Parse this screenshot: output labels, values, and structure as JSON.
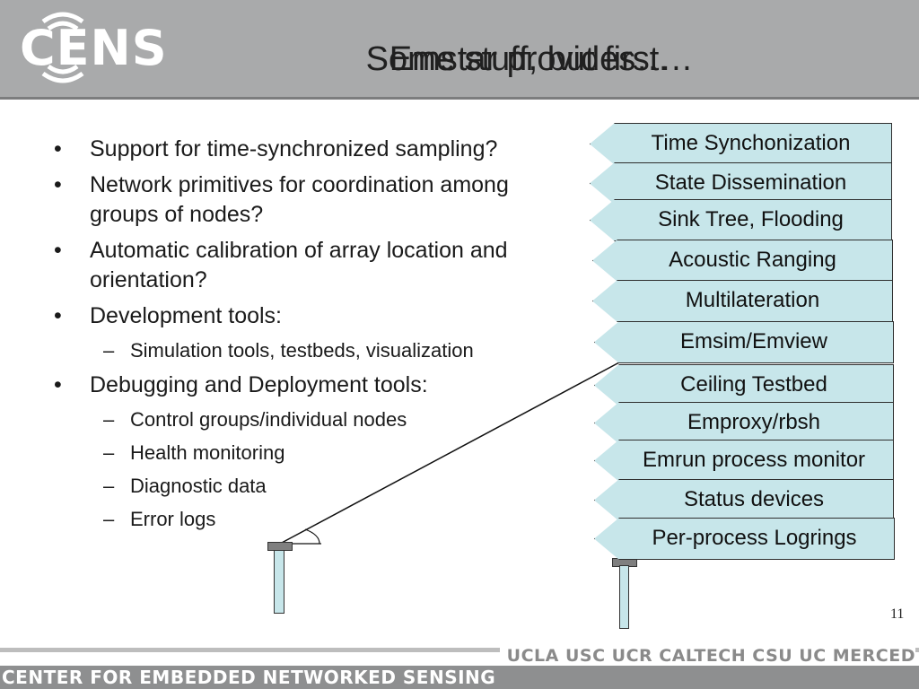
{
  "header": {
    "logo_text": "CENS",
    "title_layer_1": "Some stuff, but first…",
    "title_layer_2": "Emstar provides…"
  },
  "bullets": [
    {
      "level": 1,
      "text": "Support for time-synchronized sampling?"
    },
    {
      "level": 1,
      "text": "Network primitives for coordination among groups of nodes?"
    },
    {
      "level": 1,
      "text": "Automatic calibration of array location and orientation?"
    },
    {
      "level": 1,
      "text": "Development tools:"
    },
    {
      "level": 2,
      "text": "Simulation tools, testbeds, visualization"
    },
    {
      "level": 1,
      "text": "Debugging and Deployment tools:"
    },
    {
      "level": 2,
      "text": "Control groups/individual nodes"
    },
    {
      "level": 2,
      "text": "Health monitoring"
    },
    {
      "level": 2,
      "text": "Diagnostic data"
    },
    {
      "level": 2,
      "text": "Error logs"
    }
  ],
  "stack": [
    "Time Synchonization",
    "State Dissemination",
    "Sink Tree, Flooding",
    "Acoustic Ranging",
    "Multilateration",
    "Emsim/Emview",
    "Ceiling Testbed",
    "Emproxy/rbsh",
    "Emrun process monitor",
    "Status devices",
    "Per-process Logrings"
  ],
  "page_number": "11",
  "footer": {
    "center_name": "CENTER FOR EMBEDDED NETWORKED SENSING",
    "universities": "UCLA  USC  UCR  CALTECH  CSU  UC MERCED"
  },
  "colors": {
    "header_bg": "#a9aaab",
    "tag_fill": "#c7e6ea",
    "footer_bar": "#8e8f90"
  }
}
